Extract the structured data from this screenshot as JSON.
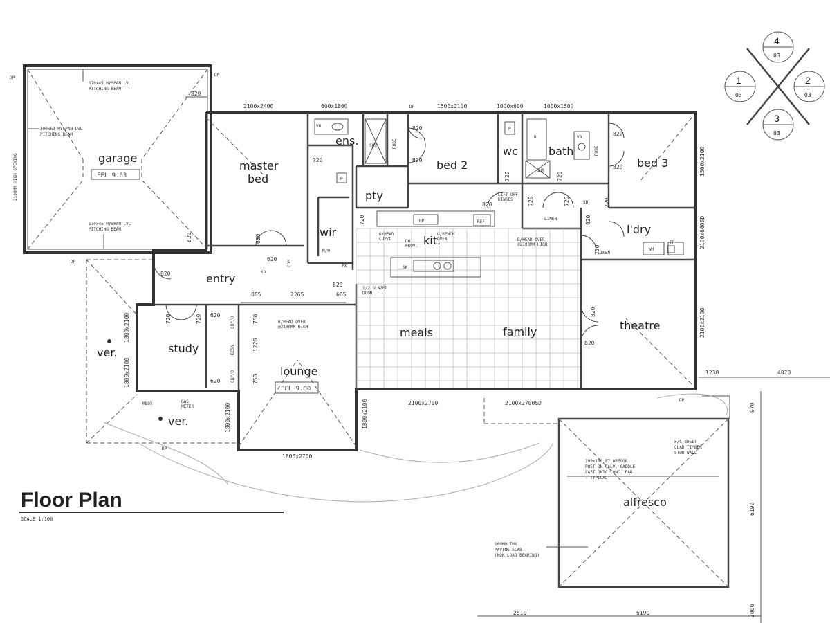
{
  "title": "Floor Plan",
  "scale": "SCALE 1:100",
  "rooms": {
    "garage": "garage",
    "garage_ffl": "FFL 9.63",
    "master_bed_1": "master",
    "master_bed_2": "bed",
    "ens": "ens.",
    "bed2": "bed 2",
    "wc": "wc",
    "bath": "bath",
    "bed3": "bed 3",
    "pty": "pty",
    "wir": "wir",
    "kit": "kit.",
    "ldry": "l'dry",
    "entry": "entry",
    "study": "study",
    "lounge": "lounge",
    "lounge_ffl": "FFL 9.80",
    "meals": "meals",
    "family": "family",
    "theatre": "theatre",
    "alfresco": "alfresco",
    "ver1": "ver.",
    "ver2": "ver."
  },
  "notes": {
    "beam1_a": "170x45 HYSPAN LVL",
    "beam1_b": "PITCHING BEAM",
    "beam2_a": "300x63 HYSPAN LVL",
    "beam2_b": "PITCHING BEAM",
    "beam3_a": "170x45 HYSPAN LVL",
    "beam3_b": "PITCHING BEAM",
    "high_opening": "2100MM HIGH OPENING",
    "bhead1_a": "B/HEAD OVER",
    "bhead1_b": "@2100MM HIGH",
    "bhead2_a": "B/HEAD OVER",
    "bhead2_b": "@2100MM HIGH",
    "ohead_a": "O/HEAD",
    "ohead_b": "CUP/D",
    "dw_a": "DW",
    "dw_b": "PROV.",
    "ubench_a": "U/BENCH",
    "ubench_b": "OVEN",
    "liftoff_a": "LIFT OFF",
    "liftoff_b": "HINGES",
    "glazed_a": "1/2 GLAZED",
    "glazed_b": "DOOR",
    "gas_a": "GAS",
    "gas_b": "METER",
    "mbox": "MBOX",
    "post_a": "100x100 F7 OREGON",
    "post_b": "POST ON GALV. SADDLE",
    "post_c": "CAST ONTO CONC. PAD",
    "post_d": "- TYPICAL",
    "fc_a": "F/C SHEET",
    "fc_b": "CLAD TIMBER",
    "fc_c": "STUD WALL",
    "slab_a": "100MM THK",
    "slab_b": "PAVING SLAB",
    "slab_c": "(NON LOAD BEARING)",
    "vb1": "VB",
    "vb2": "VB",
    "shr1": "SHR",
    "shr2": "SHR",
    "robe1": "ROBE",
    "robe2": "ROBE",
    "linen1": "LINEN",
    "linen2": "LINEN",
    "ref": "REF",
    "hp": "HP",
    "sk": "SK",
    "wm": "WM",
    "tr": "TR",
    "desk": "DESK",
    "cupd1": "CUP/D",
    "cupd2": "CUP/D",
    "com": "COM",
    "mh": "M/H",
    "fx": "FX",
    "sd1": "SD",
    "sd2": "SD",
    "dp": "DP",
    "p1": "P",
    "p2": "P",
    "b": "B"
  },
  "dimensions": {
    "w1": "2100x2400",
    "w2": "600x1800",
    "w3": "1500x2100",
    "w4": "1000x600",
    "w5": "1000x1500",
    "w6": "1500x2100",
    "w7": "2100x2100",
    "w8": "2100x2700",
    "w9": "2100x2700SD",
    "w10": "1800x2700",
    "w11": "1800x2100",
    "w12": "1800x2100",
    "w13": "1800x2100",
    "w14": "1800x2100",
    "w15": "2100x600SD",
    "d820": "820",
    "d720": "720",
    "d620": "620",
    "d750": "750",
    "d1220": "1220",
    "d885": "885",
    "d2265": "2265",
    "d665": "665",
    "d1230": "1230",
    "d4070": "4070",
    "d970": "970",
    "d6190a": "6190",
    "d6190b": "6190",
    "d2810": "2810",
    "d2000": "2000"
  },
  "compass": {
    "n1": "1",
    "n2": "2",
    "n3": "3",
    "n4": "4",
    "s1": "03",
    "s2": "03",
    "s3": "03",
    "s4": "03"
  }
}
